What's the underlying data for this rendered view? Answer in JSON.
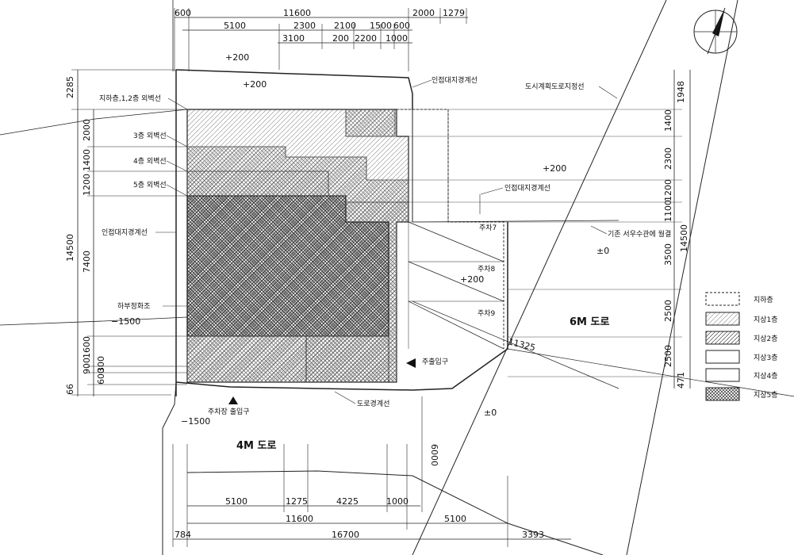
{
  "dims_top": {
    "r1": [
      "600",
      "11600",
      "2000",
      "1279"
    ],
    "r2": [
      "5100",
      "2300",
      "2100",
      "1500",
      "600"
    ],
    "r3": [
      "3100",
      "200",
      "2200",
      "1000"
    ]
  },
  "dims_bottom": {
    "r1": [
      "5100",
      "1275",
      "4225",
      "1000"
    ],
    "r2": [
      "11600",
      "5100"
    ],
    "r3": [
      "784",
      "16700",
      "3393"
    ],
    "vertical": "6000"
  },
  "dims_left": {
    "outer": [
      "2285",
      "14500",
      "66"
    ],
    "inner": [
      "2000",
      "1400",
      "1200",
      "7400",
      "1600",
      "900",
      "300",
      "600"
    ]
  },
  "dims_right": {
    "inner": [
      "1948",
      "1400",
      "2300",
      "1200",
      "1100",
      "3500",
      "2500",
      "2500",
      "471"
    ],
    "outer": "14500",
    "diag": "11325"
  },
  "levels": {
    "top_left": "+200",
    "top_inner": "+200",
    "right_mid": "+200",
    "right_low": "±0",
    "court": "+200",
    "left_low": "−1500",
    "bottom_left": "−1500",
    "bottom_mid": "±0"
  },
  "labels": {
    "floor12": "지하층,1,2층 외벽선",
    "floor3": "3층 외벽선",
    "floor4": "4층 외벽선",
    "floor5": "5층 외벽선",
    "adj_left": "인접대지경계선",
    "adj_top": "인접대지경계선",
    "adj_mid": "인접대지경계선",
    "city_plan": "도시계획도로지정선",
    "sewer": "기존 서우수관에 월결",
    "parking7": "주차7",
    "parking8": "주차8",
    "parking9": "주차9",
    "lower_court": "하부정화조",
    "main_entry": "주출입구",
    "parking_entry": "주차장 출입구",
    "road_boundary": "도로경계선"
  },
  "roads": {
    "east": "6M 도로",
    "south": "4M 도로"
  },
  "legend": [
    {
      "label": "지하층",
      "pattern": "dash"
    },
    {
      "label": "지상1층",
      "pattern": "light"
    },
    {
      "label": "지상2층",
      "pattern": "diag"
    },
    {
      "label": "지상3층",
      "pattern": "plain"
    },
    {
      "label": "지상4층",
      "pattern": "plain"
    },
    {
      "label": "지상5층",
      "pattern": "dense"
    }
  ],
  "colors": {
    "line": "#222222",
    "hatch_dark": "#555555",
    "background": "#ffffff"
  },
  "north_arrow_icon": "north-arrow-icon"
}
